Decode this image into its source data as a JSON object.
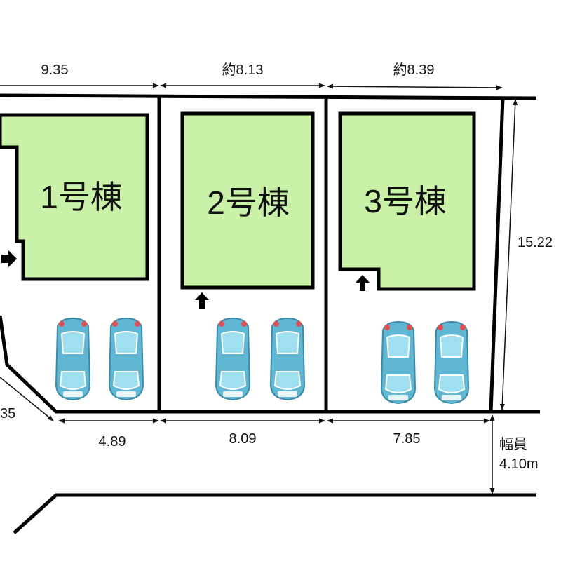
{
  "lots": [
    {
      "house_label": "1号棟",
      "frontage": "9.35",
      "road_frontage": "4.89",
      "side_corner": "35"
    },
    {
      "house_label": "2号棟",
      "frontage": "約8.13",
      "road_frontage": "8.09"
    },
    {
      "house_label": "3号棟",
      "frontage": "約8.39",
      "road_frontage": "7.85",
      "depth": "15.22"
    }
  ],
  "road": {
    "label": "幅員",
    "width": "4.10m"
  },
  "colors": {
    "building_fill": "#c9f2a8",
    "car_body": "#5fb7d3",
    "car_light": "#e05050",
    "line": "#000000"
  },
  "icons": {
    "entrance": "arrow-icon",
    "car": "car-icon"
  }
}
